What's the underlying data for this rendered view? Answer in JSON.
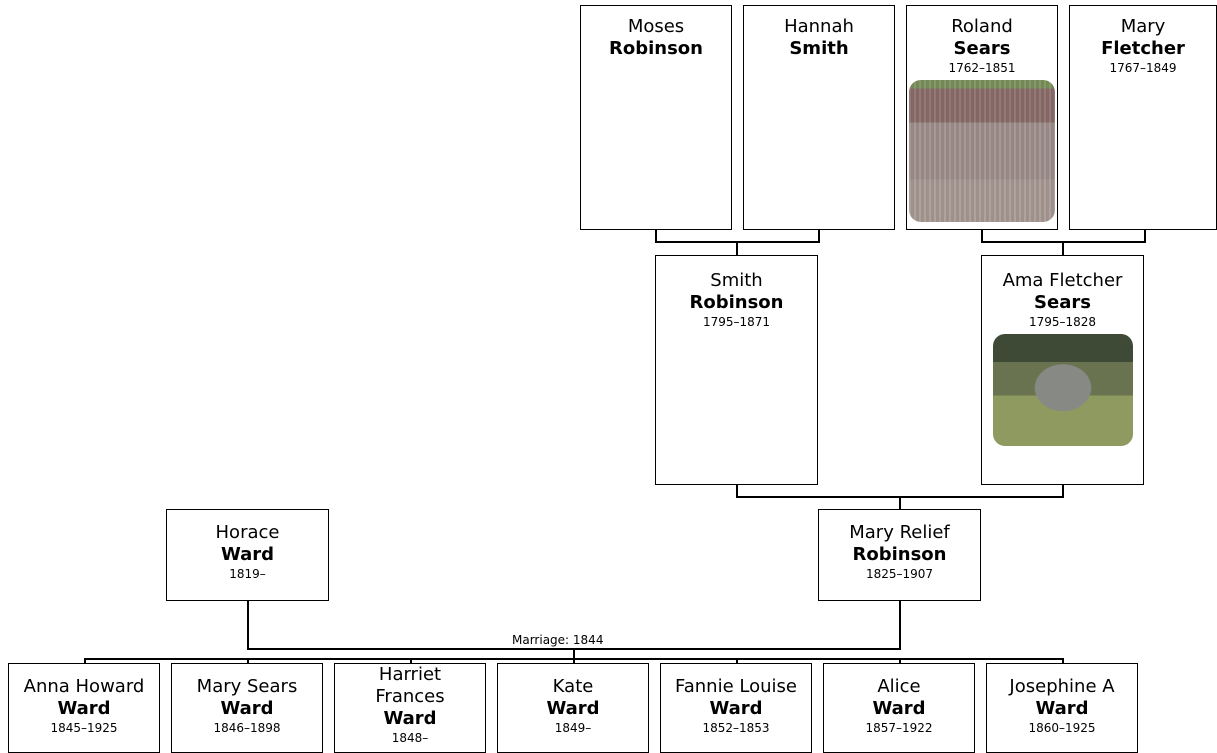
{
  "people": {
    "moses": {
      "given": "Moses",
      "surname": "Robinson",
      "dates": ""
    },
    "hannah": {
      "given": "Hannah",
      "surname": "Smith",
      "dates": ""
    },
    "roland": {
      "given": "Roland",
      "surname": "Sears",
      "dates": "1762–1851"
    },
    "mary_fletcher": {
      "given": "Mary",
      "surname": "Fletcher",
      "dates": "1767–1849"
    },
    "smith": {
      "given": "Smith",
      "surname": "Robinson",
      "dates": "1795–1871"
    },
    "ama": {
      "given": "Ama Fletcher",
      "surname": "Sears",
      "dates": "1795–1828"
    },
    "horace": {
      "given": "Horace",
      "surname": "Ward",
      "dates": "1819–"
    },
    "mary_relief": {
      "given": "Mary Relief",
      "surname": "Robinson",
      "dates": "1825–1907"
    }
  },
  "marriage_label": "Marriage: 1844",
  "children": [
    {
      "given": "Anna Howard",
      "surname": "Ward",
      "dates": "1845–1925"
    },
    {
      "given": "Mary Sears",
      "surname": "Ward",
      "dates": "1846–1898"
    },
    {
      "given": "Harriet Frances",
      "surname": "Ward",
      "dates": "1848–"
    },
    {
      "given": "Kate",
      "surname": "Ward",
      "dates": "1849–"
    },
    {
      "given": "Fannie Louise",
      "surname": "Ward",
      "dates": "1852–1853"
    },
    {
      "given": "Alice",
      "surname": "Ward",
      "dates": "1857–1922"
    },
    {
      "given": "Josephine A",
      "surname": "Ward",
      "dates": "1860–1925"
    }
  ]
}
